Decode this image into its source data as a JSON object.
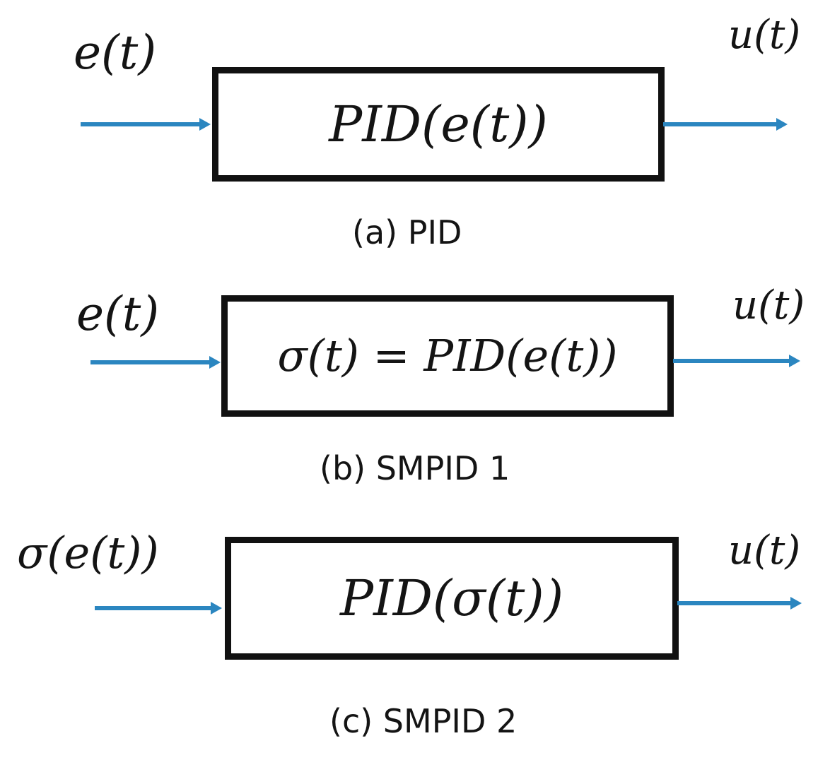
{
  "colors": {
    "arrow": "#2b86c0",
    "block_border": "#111111",
    "text": "#141414"
  },
  "panels": [
    {
      "id": "a",
      "input_label": "e(t)",
      "block_label": "PID(e(t))",
      "output_label": "u(t)",
      "caption": "(a) PID"
    },
    {
      "id": "b",
      "input_label": "e(t)",
      "block_label": "σ(t) = PID(e(t))",
      "output_label": "u(t)",
      "caption": "(b) SMPID 1"
    },
    {
      "id": "c",
      "input_label": "σ(e(t))",
      "block_label": "PID(σ(t))",
      "output_label": "u(t)",
      "caption": "(c) SMPID 2"
    }
  ]
}
